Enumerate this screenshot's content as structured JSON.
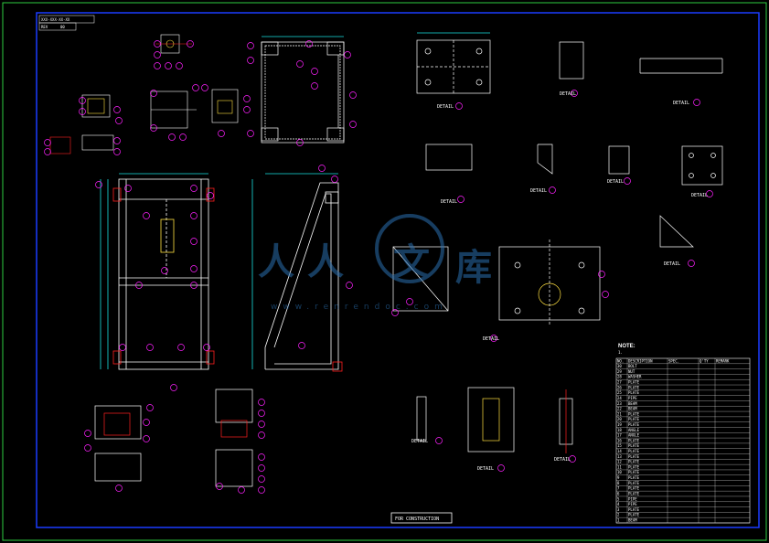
{
  "drawing": {
    "title_block_code": "XXX-XXX-XX-XX",
    "title_block_tag": "",
    "rev_label": "REV",
    "rev_value": "00",
    "stamp": "FOR CONSTRUCTION",
    "note_heading": "NOTE:",
    "note_line": "1.",
    "colors": {
      "background": "#000000",
      "outer_border": "#2ecc40",
      "inner_border": "#1a3cff",
      "geometry": "#ffffff",
      "dimension": "#18e0e0",
      "balloon": "#ff20ff",
      "hidden": "#ff2020",
      "accent": "#ffe040",
      "watermark": "#2a6fb0"
    }
  },
  "details": {
    "d1": "DETAIL",
    "d2": "DETAIL",
    "d3": "DETAIL",
    "d4": "DETAIL",
    "d5": "DETAIL",
    "d6": "DETAIL",
    "d7": "DETAIL",
    "d8": "DETAIL",
    "d9": "DETAIL",
    "d10": "DETAIL",
    "d11": "DETAIL",
    "d12": "DETAIL"
  },
  "watermark": {
    "glyph_a": "人",
    "glyph_b": "人",
    "glyph_c": "文",
    "glyph_d": "库",
    "url": "www.renrendoc.com"
  },
  "bom": {
    "header": [
      "NO.",
      "DESCRIPTION",
      "SPEC.",
      "Q'TY",
      "REMARK"
    ],
    "row_numbers": [
      "30",
      "29",
      "28",
      "27",
      "26",
      "25",
      "24",
      "23",
      "22",
      "21",
      "20",
      "19",
      "18",
      "17",
      "16",
      "15",
      "14",
      "13",
      "12",
      "11",
      "10",
      "9",
      "8",
      "7",
      "6",
      "5",
      "4",
      "3",
      "2",
      "1"
    ],
    "descriptions": [
      "BOLT",
      "NUT",
      "WASHER",
      "PLATE",
      "PLATE",
      "PLATE",
      "PIPE",
      "BEAM",
      "BEAM",
      "PLATE",
      "PLATE",
      "PLATE",
      "ANGLE",
      "ANGLE",
      "PLATE",
      "PLATE",
      "PLATE",
      "PLATE",
      "PLATE",
      "PLATE",
      "PLATE",
      "PLATE",
      "PLATE",
      "PLATE",
      "PLATE",
      "PIPE",
      "PIPE",
      "PLATE",
      "PLATE",
      "BEAM"
    ]
  }
}
